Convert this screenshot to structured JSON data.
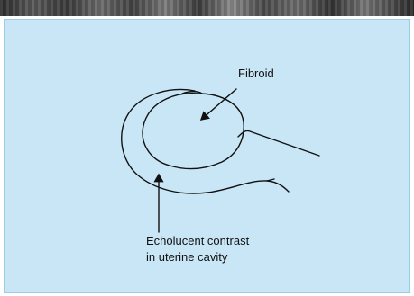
{
  "diagram": {
    "labels": {
      "fibroid": "Fibroid",
      "contrast_line1": "Echolucent contrast",
      "contrast_line2": "in uterine cavity"
    }
  }
}
